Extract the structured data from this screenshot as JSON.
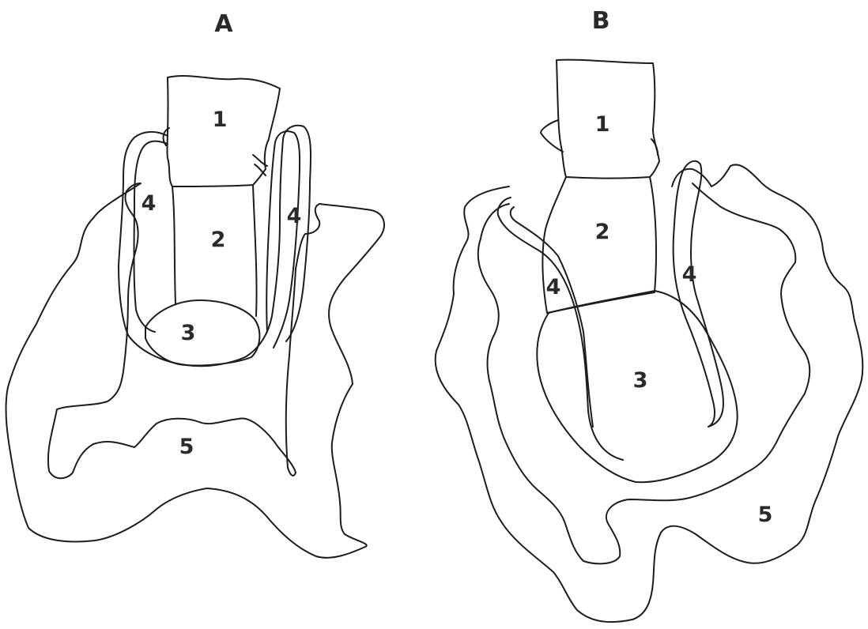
{
  "panels": [
    {
      "id": "A",
      "label": "A",
      "parts": {
        "p1": "1",
        "p2": "2",
        "p3": "3",
        "p4a": "4",
        "p4b": "4",
        "p5": "5"
      }
    },
    {
      "id": "B",
      "label": "B",
      "parts": {
        "p1": "1",
        "p2": "2",
        "p3": "3",
        "p4a": "4",
        "p4b": "4",
        "p5": "5"
      }
    }
  ]
}
